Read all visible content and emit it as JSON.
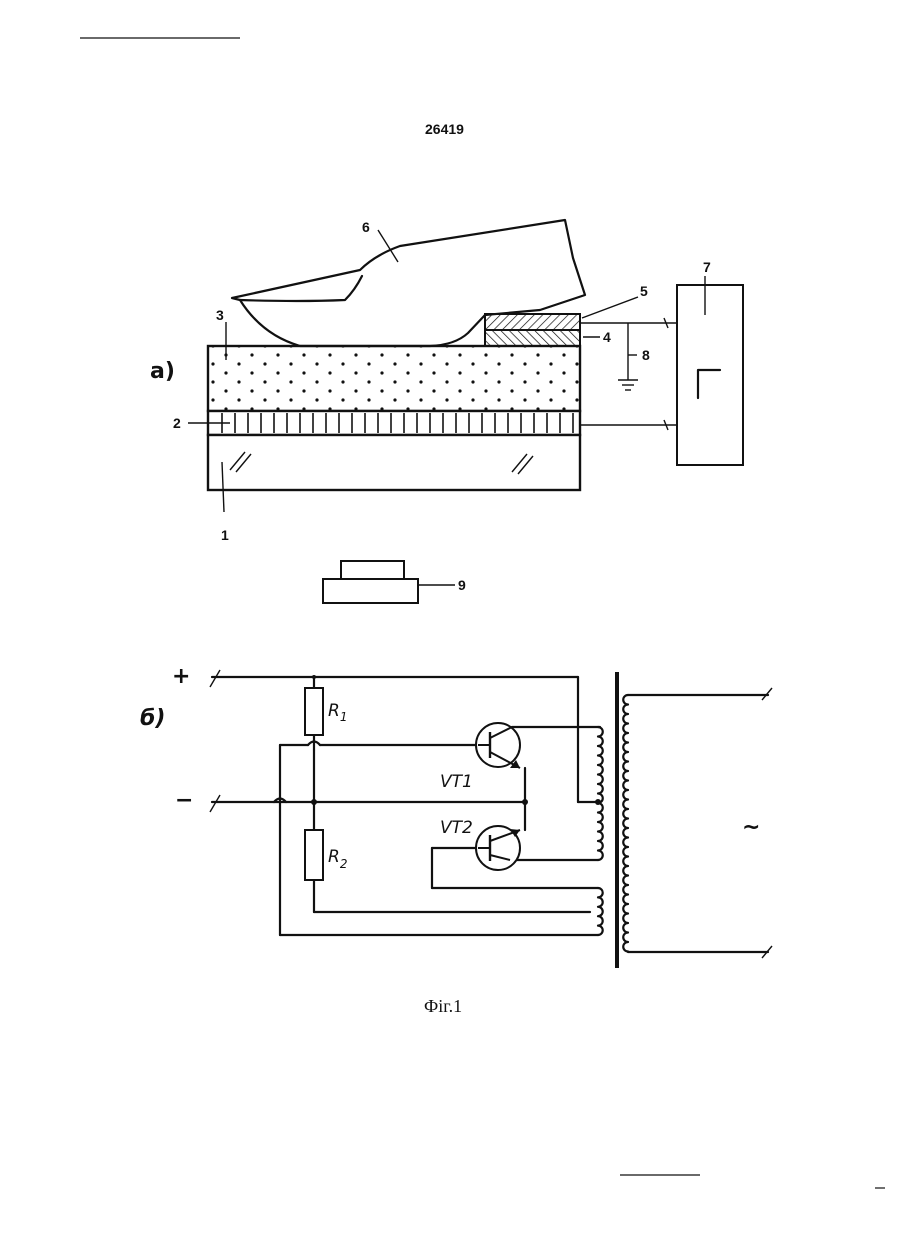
{
  "document": {
    "page_number": "26419",
    "caption": "Фіг.1"
  },
  "part_a": {
    "label": "а)",
    "labels": [
      "1",
      "2",
      "3",
      "4",
      "5",
      "6",
      "7",
      "8",
      "9"
    ]
  },
  "part_b": {
    "label": "б)",
    "plus": "+",
    "minus": "−",
    "r1": "R",
    "r1_sub": "1",
    "r2": "R",
    "r2_sub": "2",
    "vt1": "VT1",
    "vt2": "VT2",
    "ac_symbol": "~"
  }
}
